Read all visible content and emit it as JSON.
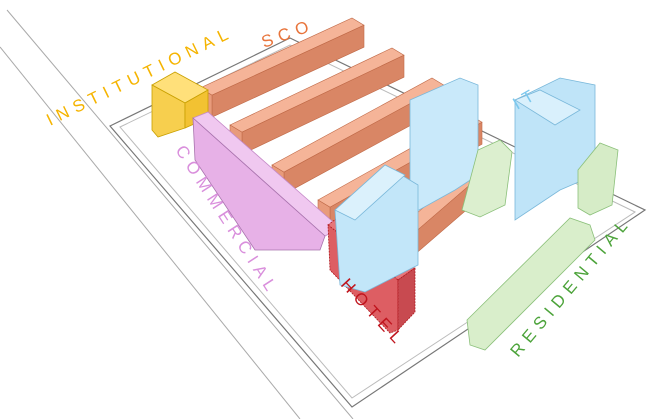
{
  "labels": {
    "institutional": "INSTITUTIONAL",
    "sco": "SCO",
    "it": "IT",
    "commercial": "COMMERCIAL",
    "hotel": "HOTEL",
    "residential": "RESIDENTIAL"
  },
  "colors": {
    "institutional": "#f5b400",
    "sco": "#e8743b",
    "it": "#7cc8ee",
    "commercial": "#d98fdc",
    "hotel": "#c0151e",
    "residential": "#4ca33a"
  }
}
